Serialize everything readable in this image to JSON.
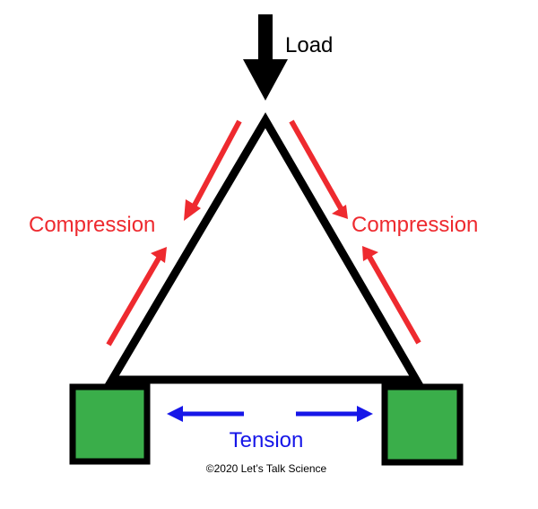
{
  "labels": {
    "load": "Load",
    "compression_left": "Compression",
    "compression_right": "Compression",
    "tension": "Tension",
    "copyright": "©2020 Let’s Talk Science"
  },
  "colors": {
    "structure": "#000000",
    "compression": "#ee2a2f",
    "tension": "#1616e8",
    "support": "#3aae4a",
    "background": "#ffffff"
  }
}
